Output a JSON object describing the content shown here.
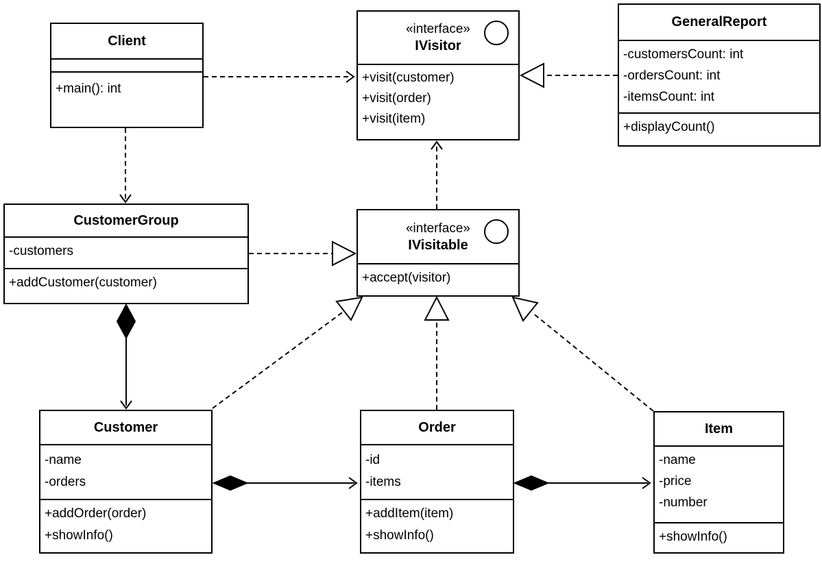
{
  "diagram": {
    "classes": {
      "client": {
        "name": "Client",
        "attributes": [],
        "methods": [
          "+main(): int"
        ]
      },
      "ivisitor": {
        "stereotype": "«interface»",
        "name": "IVisitor",
        "methods": [
          "+visit(customer)",
          "+visit(order)",
          "+visit(item)"
        ]
      },
      "generalreport": {
        "name": "GeneralReport",
        "attributes": [
          "-customersCount: int",
          "-ordersCount: int",
          "-itemsCount: int"
        ],
        "methods": [
          "+displayCount()"
        ]
      },
      "customergroup": {
        "name": "CustomerGroup",
        "attributes": [
          "-customers"
        ],
        "methods": [
          "+addCustomer(customer)"
        ]
      },
      "ivisitable": {
        "stereotype": "«interface»",
        "name": "IVisitable",
        "methods": [
          "+accept(visitor)"
        ]
      },
      "customer": {
        "name": "Customer",
        "attributes": [
          "-name",
          "-orders"
        ],
        "methods": [
          "+addOrder(order)",
          "+showInfo()"
        ]
      },
      "order": {
        "name": "Order",
        "attributes": [
          "-id",
          "-items"
        ],
        "methods": [
          "+addItem(item)",
          "+showInfo()"
        ]
      },
      "item": {
        "name": "Item",
        "attributes": [
          "-name",
          "-price",
          "-number"
        ],
        "methods": [
          "+showInfo()"
        ]
      }
    },
    "relationships": [
      {
        "type": "dependency",
        "from": "Client",
        "to": "IVisitor"
      },
      {
        "type": "dependency",
        "from": "Client",
        "to": "CustomerGroup"
      },
      {
        "type": "realization",
        "from": "GeneralReport",
        "to": "IVisitor"
      },
      {
        "type": "realization",
        "from": "CustomerGroup",
        "to": "IVisitable"
      },
      {
        "type": "dependency",
        "from": "IVisitable",
        "to": "IVisitor"
      },
      {
        "type": "realization",
        "from": "Customer",
        "to": "IVisitable"
      },
      {
        "type": "realization",
        "from": "Order",
        "to": "IVisitable"
      },
      {
        "type": "realization",
        "from": "Item",
        "to": "IVisitable"
      },
      {
        "type": "composition",
        "from": "CustomerGroup",
        "to": "Customer"
      },
      {
        "type": "composition",
        "from": "Customer",
        "to": "Order"
      },
      {
        "type": "composition",
        "from": "Order",
        "to": "Item"
      }
    ],
    "colors": {
      "line": "#000000",
      "background": "#ffffff"
    }
  }
}
